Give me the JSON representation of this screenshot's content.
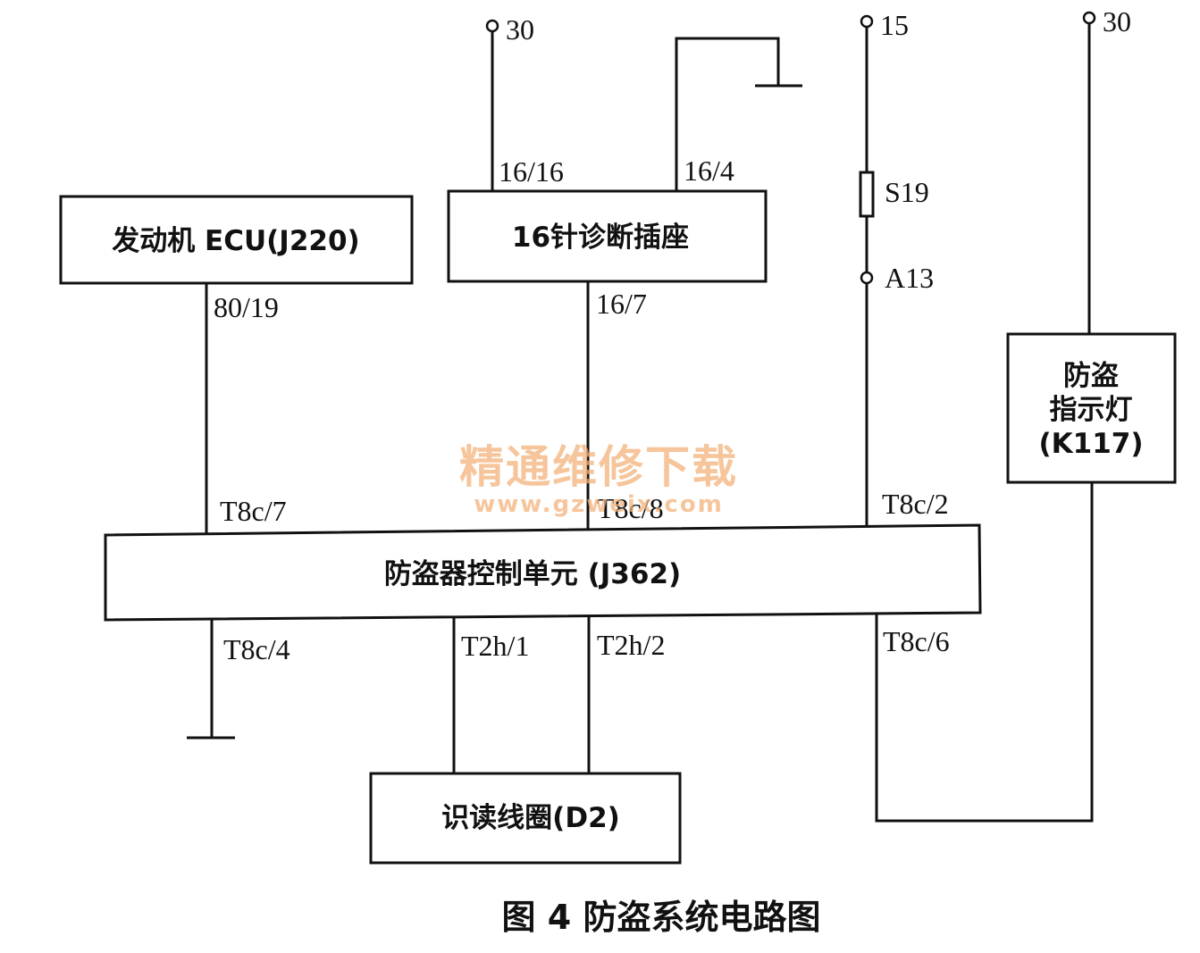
{
  "supply_labels": {
    "b30_left": "30",
    "b15": "15",
    "b30_right": "30"
  },
  "components": {
    "engine_ecu": "发动机 ECU(J220)",
    "diag_socket": "16针诊断插座",
    "immobilizer_unit": "防盗器控制单元 (J362)",
    "reader_coil": "识读线圈(D2)",
    "warning_lamp": {
      "line1": "防盗",
      "line2": "指示灯",
      "line3": "(K117)"
    }
  },
  "pins": {
    "diag_16_16": "16/16",
    "diag_16_4": "16/4",
    "diag_16_7": "16/7",
    "ecu_80_19": "80/19",
    "j362_t8c_7": "T8c/7",
    "j362_t8c_8": "T8c/8",
    "j362_t8c_2": "T8c/2",
    "j362_t8c_4": "T8c/4",
    "j362_t2h_1": "T2h/1",
    "j362_t2h_2": "T2h/2",
    "j362_t8c_6": "T8c/6",
    "fuse": "S19",
    "connector": "A13"
  },
  "watermark": {
    "cn": "精通维修下载",
    "url": "www.gzweix.com"
  },
  "caption": "图 4  防盗系统电路图"
}
